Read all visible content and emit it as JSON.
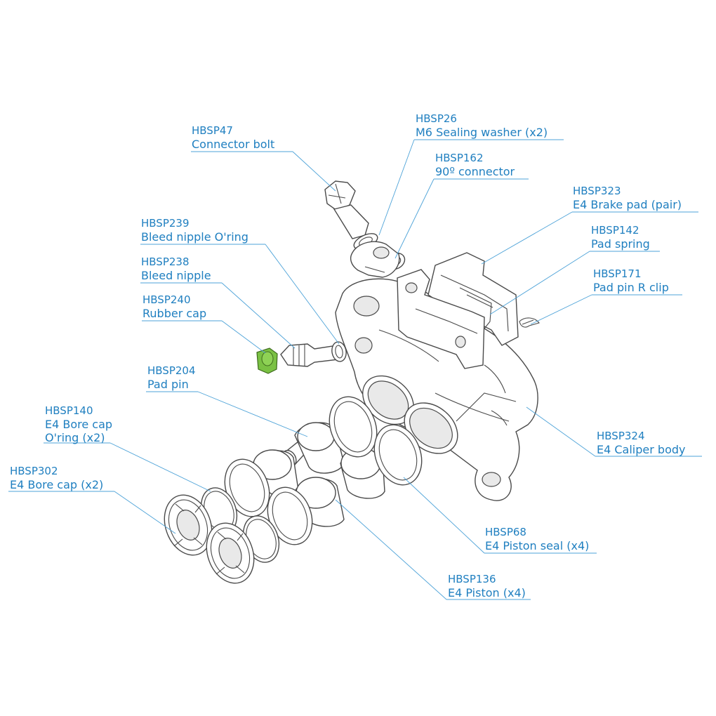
{
  "colors": {
    "label": "#1f7fc0",
    "leader": "#4ea3d8",
    "highlight": "#7ac143"
  },
  "callouts": [
    {
      "id": "HBSP47",
      "code": "HBSP47",
      "name": "Connector bolt"
    },
    {
      "id": "HBSP26",
      "code": "HBSP26",
      "name": "M6 Sealing washer (x2)"
    },
    {
      "id": "HBSP162",
      "code": "HBSP162",
      "name": "90º connector"
    },
    {
      "id": "HBSP323",
      "code": "HBSP323",
      "name": "E4 Brake pad (pair)"
    },
    {
      "id": "HBSP142",
      "code": "HBSP142",
      "name": "Pad spring"
    },
    {
      "id": "HBSP171",
      "code": "HBSP171",
      "name": "Pad pin R clip"
    },
    {
      "id": "HBSP239",
      "code": "HBSP239",
      "name": "Bleed nipple O'ring"
    },
    {
      "id": "HBSP238",
      "code": "HBSP238",
      "name": "Bleed nipple"
    },
    {
      "id": "HBSP240",
      "code": "HBSP240",
      "name": "Rubber cap"
    },
    {
      "id": "HBSP204",
      "code": "HBSP204",
      "name": "Pad pin"
    },
    {
      "id": "HBSP140",
      "code": "HBSP140",
      "name": "E4 Bore cap",
      "name2": "O'ring (x2)"
    },
    {
      "id": "HBSP302",
      "code": "HBSP302",
      "name": "E4 Bore cap (x2)"
    },
    {
      "id": "HBSP324",
      "code": "HBSP324",
      "name": "E4 Caliper body"
    },
    {
      "id": "HBSP68",
      "code": "HBSP68",
      "name": "E4 Piston seal (x4)"
    },
    {
      "id": "HBSP136",
      "code": "HBSP136",
      "name": "E4 Piston (x4)"
    }
  ]
}
